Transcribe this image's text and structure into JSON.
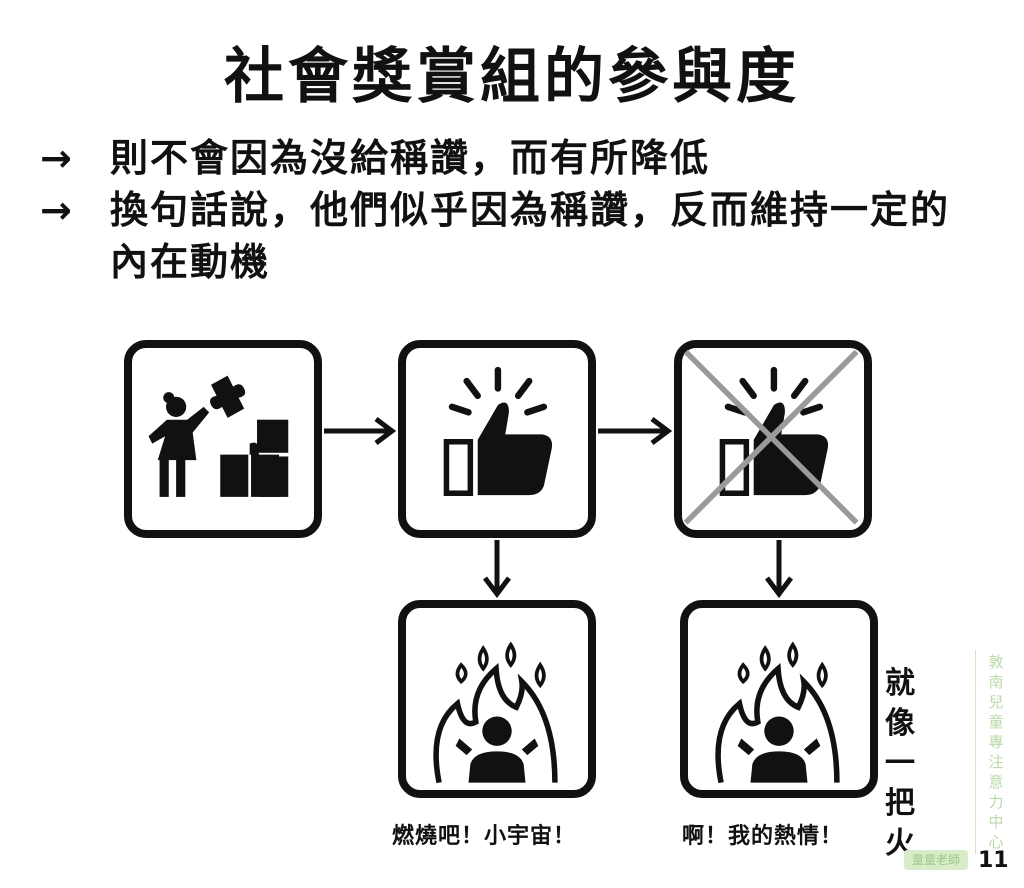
{
  "slide": {
    "title": "社會獎賞組的參與度",
    "bullets": [
      {
        "arrow": "→",
        "text": "則不會因為沒給稱讚，而有所降低"
      },
      {
        "arrow": "→",
        "text": "換句話說，他們似乎因為稱讚，反而維持一定的內在動機"
      }
    ],
    "captions": {
      "left": "燃燒吧！小宇宙！",
      "right": "啊！我的熱情！"
    },
    "side_note": "就像一把火",
    "watermark": "敦南兒童專注意力中心",
    "brand": "童童老師",
    "page_number": "11"
  },
  "colors": {
    "foreground": "#111111",
    "cross": "#9a9a9a",
    "watermark": "#b9d9a8"
  },
  "icons": {
    "box1": "woman-puzzle-icon",
    "box2": "thumbs-up-icon",
    "box3": "crossed-thumbs-up-icon",
    "box4": "fire-person-icon",
    "box5": "fire-person-icon"
  }
}
